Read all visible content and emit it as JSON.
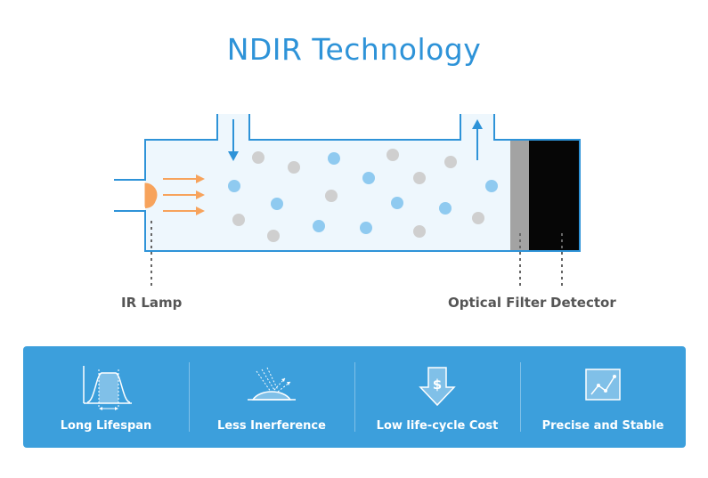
{
  "title": "NDIR Technology",
  "labels": {
    "ir_lamp": "IR Lamp",
    "optical_filter": "Optical Filter",
    "detector": "Detector"
  },
  "features": [
    {
      "label": "Long Lifespan",
      "icon": "lifespan-curve-icon"
    },
    {
      "label": "Less Inerference",
      "icon": "interference-icon"
    },
    {
      "label": "Low life-cycle Cost",
      "icon": "dollar-down-icon"
    },
    {
      "label": "Precise and Stable",
      "icon": "trend-chart-icon"
    }
  ],
  "colors": {
    "accent": "#2e93d8",
    "panel": "#3c9fdc",
    "lamp": "#f7a35c",
    "molecule_blue": "#8fcaf0",
    "molecule_gray": "#cfcfcf",
    "filter": "#a3a3a3",
    "detector": "#060606"
  }
}
